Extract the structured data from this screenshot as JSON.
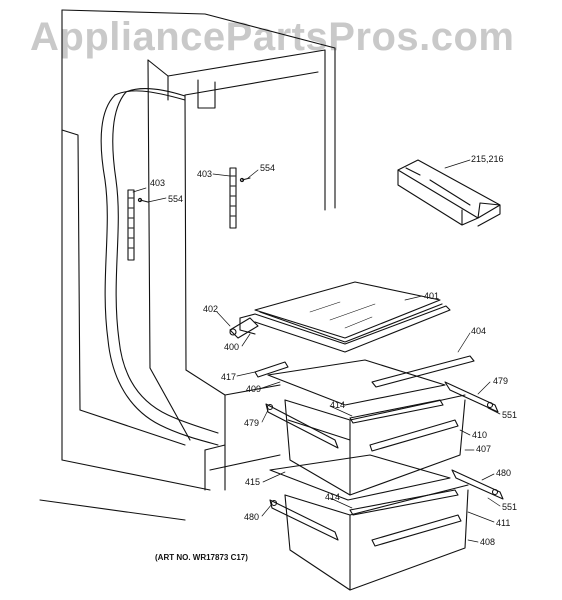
{
  "watermark": "AppliancePartsPros.com",
  "art_number": "(ART NO. WR17873 C17)",
  "callouts": {
    "c403a": "403",
    "c554a": "554",
    "c403b": "403",
    "c554b": "554",
    "c215": "215,216",
    "c401": "401",
    "c402": "402",
    "c400": "400",
    "c404": "404",
    "c417": "417",
    "c409": "409",
    "c479a": "479",
    "c414a": "414",
    "c551a": "551",
    "c479b": "479",
    "c410": "410",
    "c407": "407",
    "c480a": "480",
    "c415": "415",
    "c414b": "414",
    "c551b": "551",
    "c480b": "480",
    "c411": "411",
    "c408": "408"
  },
  "colors": {
    "line": "#111111",
    "watermark": "#c9c9c9",
    "fill": "#ffffff"
  }
}
